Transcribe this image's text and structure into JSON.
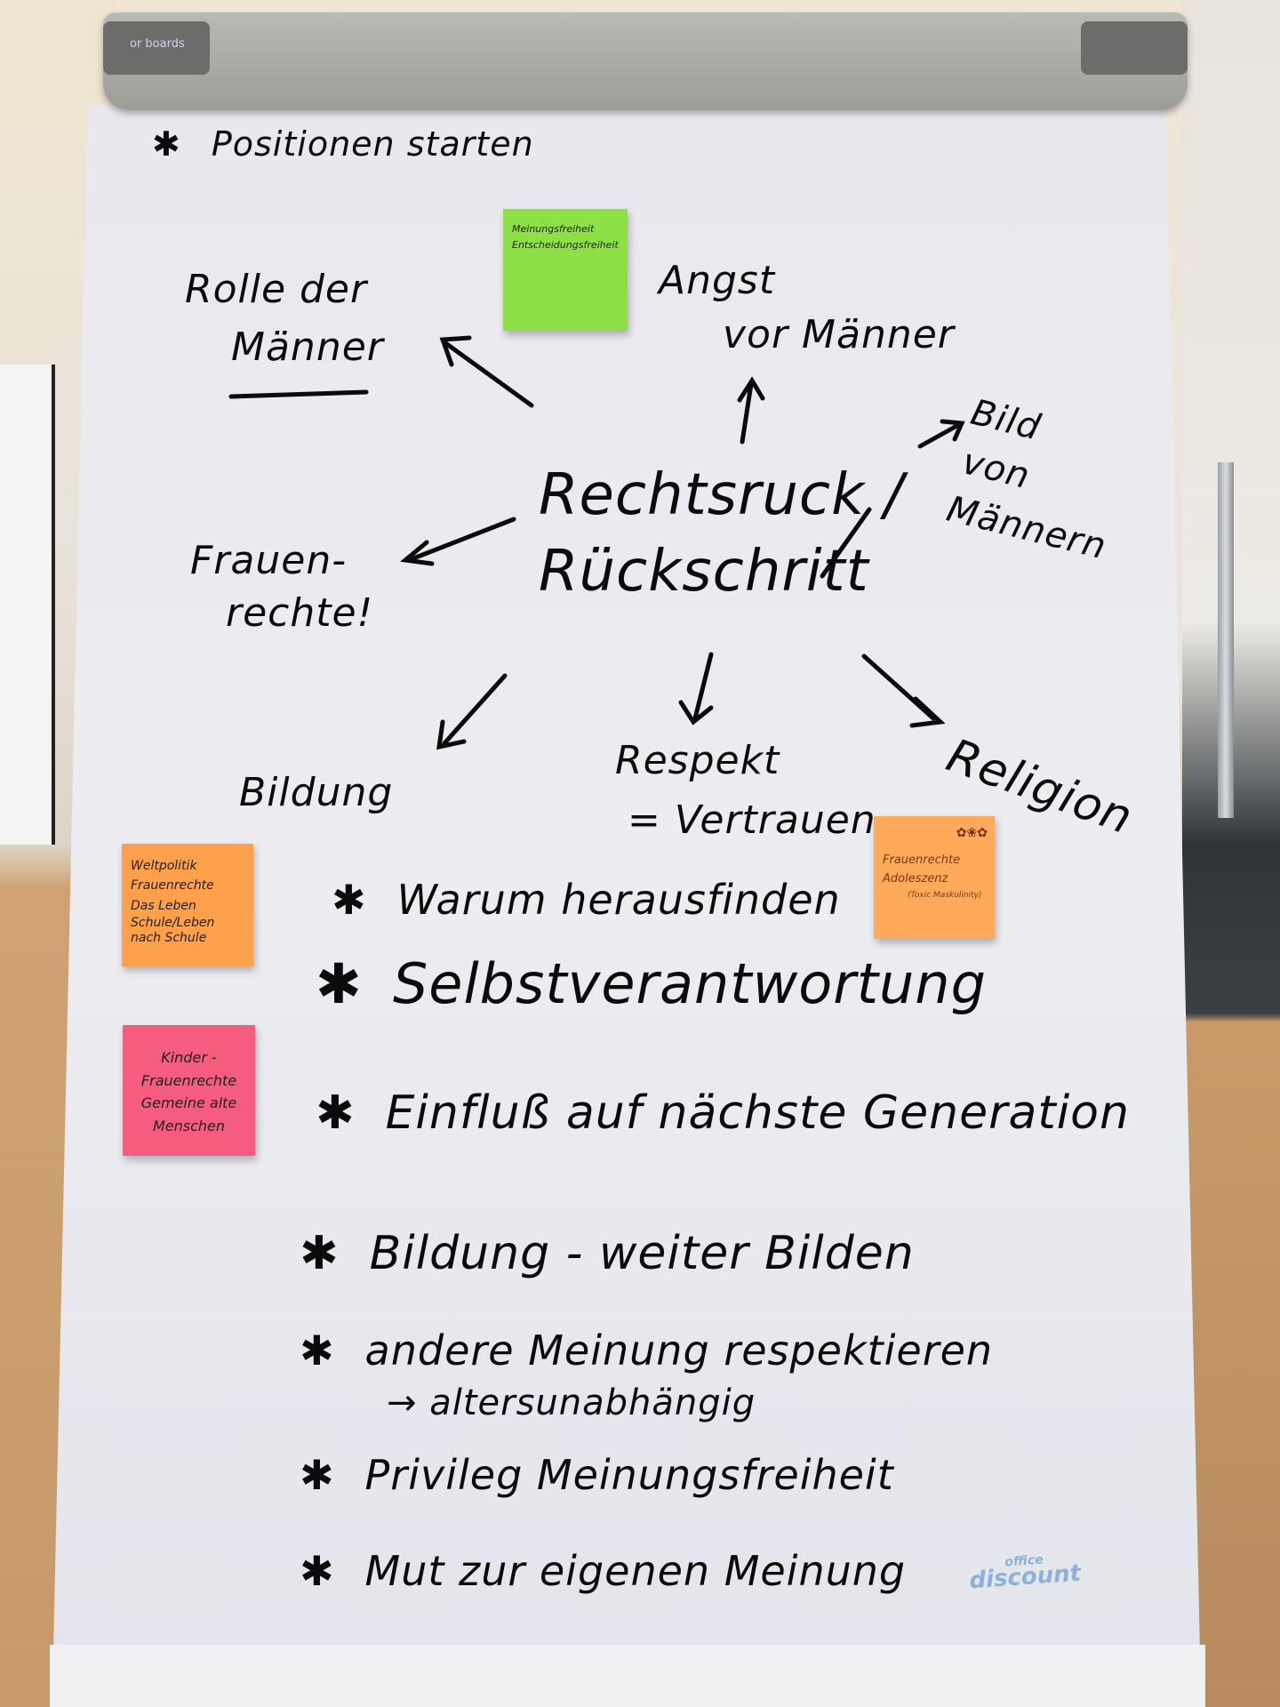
{
  "board_brand": "or boards",
  "header_note": "Positionen starten",
  "center_topic": {
    "line1": "Rechtsruck /",
    "line2": "Rückschritt"
  },
  "branches": {
    "rolle": {
      "line1": "Rolle der",
      "line2": "Männer"
    },
    "angst": {
      "line1": "Angst",
      "line2": "vor Männer"
    },
    "bild": {
      "line1": "Bild",
      "line2": "von",
      "line3": "Männern"
    },
    "frauenrechte": {
      "line1": "Frauen-",
      "line2": "rechte!"
    },
    "bildung": "Bildung",
    "respekt": {
      "line1": "Respekt",
      "line2": "= Vertrauen"
    },
    "religion": "Religion"
  },
  "sticky_notes": {
    "green": [
      "Meinungsfreiheit",
      "Entscheidungsfreiheit"
    ],
    "orange_left": [
      "Weltpolitik",
      "Frauenrechte",
      "Das Leben",
      "Schule/Leben",
      "nach Schule"
    ],
    "orange_right": [
      "Frauenrechte",
      "Adoleszenz",
      "(Toxic Maskulinity)"
    ],
    "pink": [
      "Kinder -",
      "Frauenrechte",
      "Gemeine alte",
      "Menschen"
    ]
  },
  "list_items": [
    "Warum herausfinden",
    "Selbstverantwortung",
    "Einfluß auf nächste Generation",
    "Bildung - weiter Bilden",
    "andere Meinung respektieren",
    "Privileg Meinungsfreiheit",
    "Mut zur eigenen Meinung"
  ],
  "list_subitem": "→ altersunabhängig",
  "bullet": "✱",
  "logo": {
    "line1": "office",
    "line2": "discount"
  }
}
